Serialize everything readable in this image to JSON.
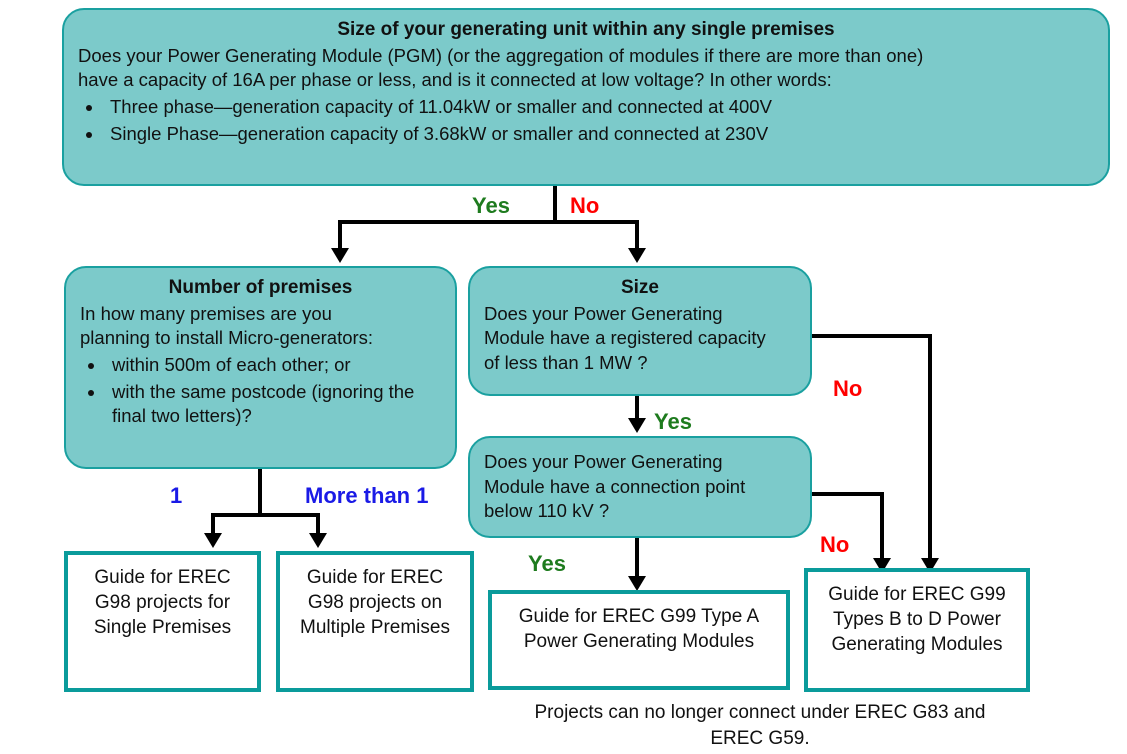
{
  "diagram": {
    "title": "EREC G98 / G99 project routing flowchart",
    "colors": {
      "box_fill": "#7CCACA",
      "box_stroke": "#1AA0A0",
      "outcome_stroke": "#0A9B9B",
      "yes_label": "#1E7B1E",
      "no_label": "#FF0000",
      "count_label": "#1A1AE6",
      "connector": "#000000"
    }
  },
  "nodes": {
    "size_premises": {
      "title": "Size of your generating unit within any single premises",
      "body_line_1": "Does your Power Generating Module (PGM) (or the aggregation of modules if there are more than one)",
      "body_line_2": "have a capacity of 16A per phase or less, and is it connected at low voltage? In other words:",
      "bullets": [
        "Three phase—generation capacity of 11.04kW  or smaller and connected at 400V",
        "Single Phase—generation capacity of 3.68kW or smaller and connected at 230V"
      ]
    },
    "number_of_premises": {
      "title": "Number of premises",
      "body_line_1": "In how many premises are you",
      "body_line_2": "planning to install Micro-generators:",
      "bullets": [
        "within 500m of each other; or",
        "with the same postcode (ignoring the final two letters)?"
      ]
    },
    "size": {
      "title": "Size",
      "body_line_1": "Does your Power Generating",
      "body_line_2": "Module have a registered capacity",
      "body_line_3": "of less than 1 MW ?"
    },
    "connection_point": {
      "body_line_1": "Does your Power Generating",
      "body_line_2": "Module have a connection point",
      "body_line_3": "below 110 kV ?"
    }
  },
  "outcomes": {
    "g98_single": {
      "line_1": "Guide for EREC",
      "line_2": "G98 projects for",
      "line_3": "Single Premises"
    },
    "g98_multiple": {
      "line_1": "Guide for EREC",
      "line_2": "G98 projects on",
      "line_3": "Multiple Premises"
    },
    "g99_type_a": {
      "line_1": "Guide for EREC G99 Type A",
      "line_2": "Power Generating Modules"
    },
    "g99_types_b_to_d": {
      "line_1": "Guide for EREC G99",
      "line_2": "Types B to D Power",
      "line_3": "Generating Modules"
    }
  },
  "edge_labels": {
    "top_yes": "Yes",
    "top_no": "No",
    "size_no": "No",
    "size_yes": "Yes",
    "connection_no": "No",
    "connection_yes": "Yes",
    "premises_one": "1",
    "premises_more_than_one": "More than 1"
  },
  "footer": {
    "line_1": "Projects can no longer connect under EREC G83 and",
    "line_2": "EREC G59."
  }
}
